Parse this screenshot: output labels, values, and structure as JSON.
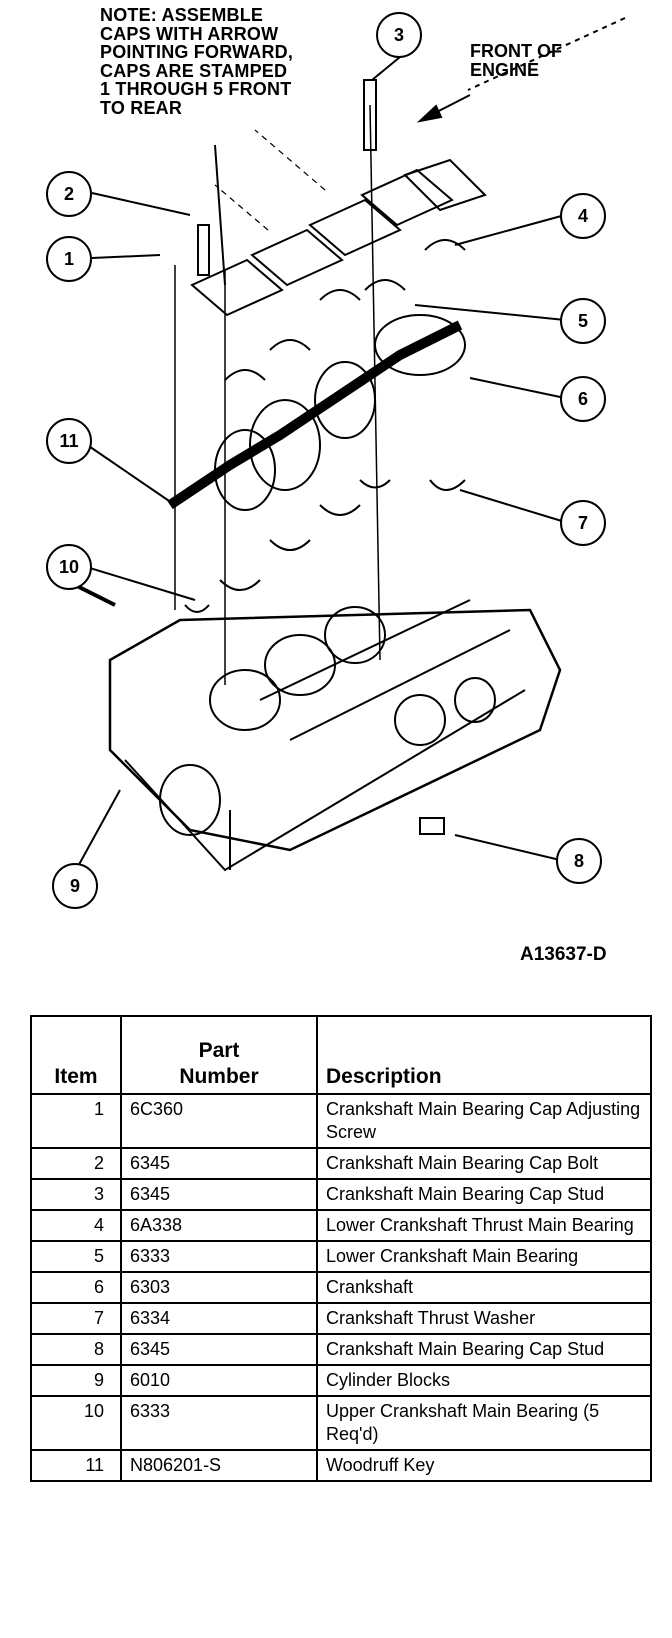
{
  "diagram": {
    "note": "NOTE: ASSEMBLE\nCAPS WITH ARROW\nPOINTING FORWARD,\nCAPS ARE STAMPED\n1 THROUGH 5 FRONT\nTO REAR",
    "front_label": "FRONT OF\nENGINE",
    "figure_id": "A13637-D",
    "callouts": [
      "1",
      "2",
      "3",
      "4",
      "5",
      "6",
      "7",
      "8",
      "9",
      "10",
      "11"
    ]
  },
  "table": {
    "headers": {
      "item": "Item",
      "part": "Part\nNumber",
      "description": "Description"
    },
    "rows": [
      {
        "item": "1",
        "part": "6C360",
        "description": "Crankshaft Main Bearing Cap Adjusting Screw"
      },
      {
        "item": "2",
        "part": "6345",
        "description": "Crankshaft Main Bearing Cap Bolt"
      },
      {
        "item": "3",
        "part": "6345",
        "description": "Crankshaft Main Bearing Cap Stud"
      },
      {
        "item": "4",
        "part": "6A338",
        "description": "Lower Crankshaft Thrust Main Bearing"
      },
      {
        "item": "5",
        "part": "6333",
        "description": "Lower Crankshaft Main Bearing"
      },
      {
        "item": "6",
        "part": "6303",
        "description": "Crankshaft"
      },
      {
        "item": "7",
        "part": "6334",
        "description": "Crankshaft Thrust Washer"
      },
      {
        "item": "8",
        "part": "6345",
        "description": "Crankshaft Main Bearing Cap Stud"
      },
      {
        "item": "9",
        "part": "6010",
        "description": "Cylinder Blocks"
      },
      {
        "item": "10",
        "part": "6333",
        "description": "Upper Crankshaft Main Bearing (5 Req'd)"
      },
      {
        "item": "11",
        "part": "N806201-S",
        "description": "Woodruff Key"
      }
    ]
  }
}
